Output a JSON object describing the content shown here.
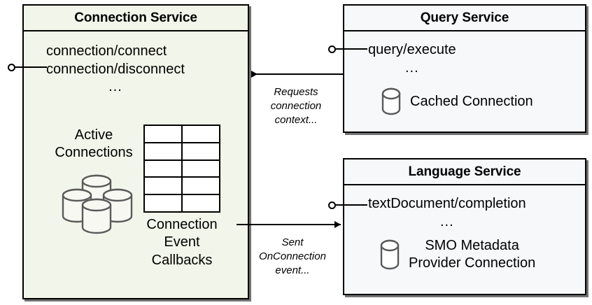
{
  "diagram": {
    "title": "Connection Service interaction diagram",
    "background_color": "#ffffff",
    "components": {
      "connection_service": {
        "title": "Connection Service",
        "fill_color": "#f2f5e9",
        "border_color": "#000000",
        "operations": [
          "connection/connect",
          "connection/disconnect"
        ],
        "ellipsis": "...",
        "active_connections_caption_line1": "Active",
        "active_connections_caption_line2": "Connections",
        "callbacks_caption_line1": "Connection",
        "callbacks_caption_line2": "Event",
        "callbacks_caption_line3": "Callbacks",
        "grid_columns": 2,
        "grid_rows": 5,
        "cylinder_count": 4
      },
      "query_service": {
        "title": "Query Service",
        "fill_color": "#f7f8fa",
        "border_color": "#000000",
        "operations": [
          "query/execute"
        ],
        "ellipsis": "...",
        "datastore_label": "Cached Connection"
      },
      "language_service": {
        "title": "Language Service",
        "fill_color": "#f7f8fa",
        "border_color": "#000000",
        "operations": [
          "textDocument/completion"
        ],
        "ellipsis": "...",
        "datastore_label_line1": "SMO Metadata",
        "datastore_label_line2": "Provider Connection"
      }
    },
    "connectors": {
      "request_arrow": {
        "label_line1": "Requests",
        "label_line2": "connection",
        "label_line3": "context...",
        "direction": "query-service-to-connection-service"
      },
      "event_arrow": {
        "label_line1": "Sent",
        "label_line2": "OnConnection",
        "label_line3": "event...",
        "direction": "connection-service-to-language-service"
      }
    }
  }
}
